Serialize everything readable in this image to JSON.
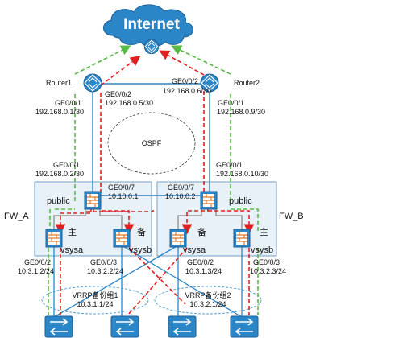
{
  "internet": {
    "label": "Internet"
  },
  "routers": {
    "r1": {
      "name": "Router1",
      "ports": [
        {
          "name": "GE0/0/2",
          "ip": "192.168.0.5/30"
        },
        {
          "name": "GE0/0/1",
          "ip": "192.168.0.1/30"
        }
      ]
    },
    "r2": {
      "name": "Router2",
      "ports": [
        {
          "name": "GE0/0/2",
          "ip": "192.168.0.6/30"
        },
        {
          "name": "GE0/0/1",
          "ip": "192.168.0.9/30"
        }
      ]
    }
  },
  "ospf": {
    "label": "OSPF"
  },
  "firewalls": {
    "a": {
      "name": "FW_A",
      "uplink": {
        "name": "GE0/0/1",
        "ip": "192.168.0.2/30"
      },
      "link_port": {
        "name": "GE0/0/7",
        "ip": "10.10.0.1"
      },
      "public_label": "public",
      "vsys": [
        {
          "name": "vsysa",
          "role": "主",
          "port": "GE0/0/2",
          "ip": "10.3.1.2/24"
        },
        {
          "name": "vsysb",
          "role": "备",
          "port": "GE0/0/3",
          "ip": "10.3.2.2/24"
        }
      ]
    },
    "b": {
      "name": "FW_B",
      "uplink": {
        "name": "GE0/0/1",
        "ip": "192.168.0.10/30"
      },
      "link_port": {
        "name": "GE0/0/7",
        "ip": "10.10.0.2"
      },
      "public_label": "public",
      "vsys": [
        {
          "name": "vsysa",
          "role": "备",
          "port": "GE0/0/2",
          "ip": "10.3.1.3/24"
        },
        {
          "name": "vsysb",
          "role": "主",
          "port": "GE0/0/3",
          "ip": "10.3.2.3/24"
        }
      ]
    }
  },
  "vrrp": [
    {
      "name": "VRRP备份组1",
      "vip": "10.3.1.1/24"
    },
    {
      "name": "VRRP备份组2",
      "vip": "10.3.2.1/24"
    }
  ],
  "colors": {
    "device_blue": "#2b86c8",
    "red_path": "#e02020",
    "green_path": "#55bb44",
    "fw_box_fill": "#e9f1f8",
    "fw_box_stroke": "#6f9fc7"
  },
  "icons": [
    "internet-cloud-icon",
    "router-icon",
    "firewall-icon",
    "switch-icon"
  ]
}
